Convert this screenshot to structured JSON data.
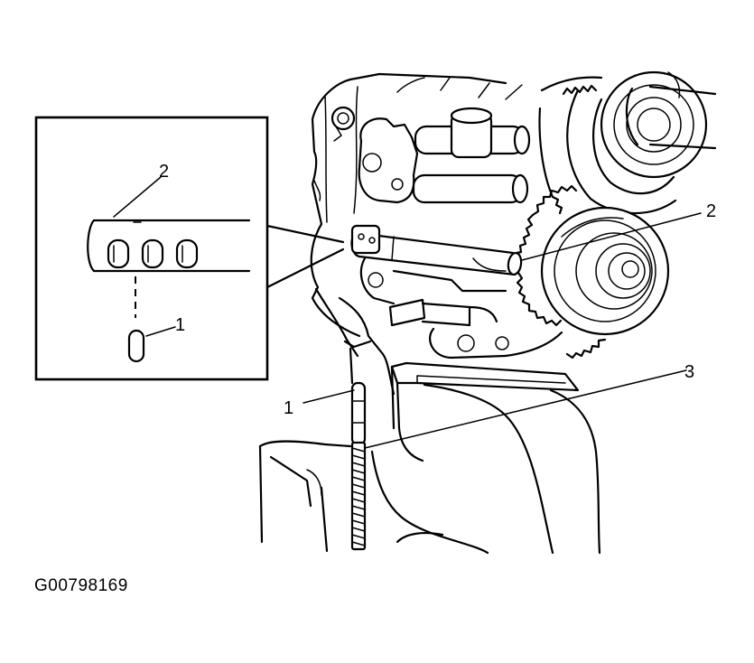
{
  "figure": {
    "id_text": "G00798169"
  },
  "callouts": {
    "inset_pin": "1",
    "inset_shaft": "2",
    "main_pin": "1",
    "main_shaft": "2",
    "main_plate": "3"
  },
  "colors": {
    "ink": "#000000",
    "paper": "#ffffff"
  }
}
